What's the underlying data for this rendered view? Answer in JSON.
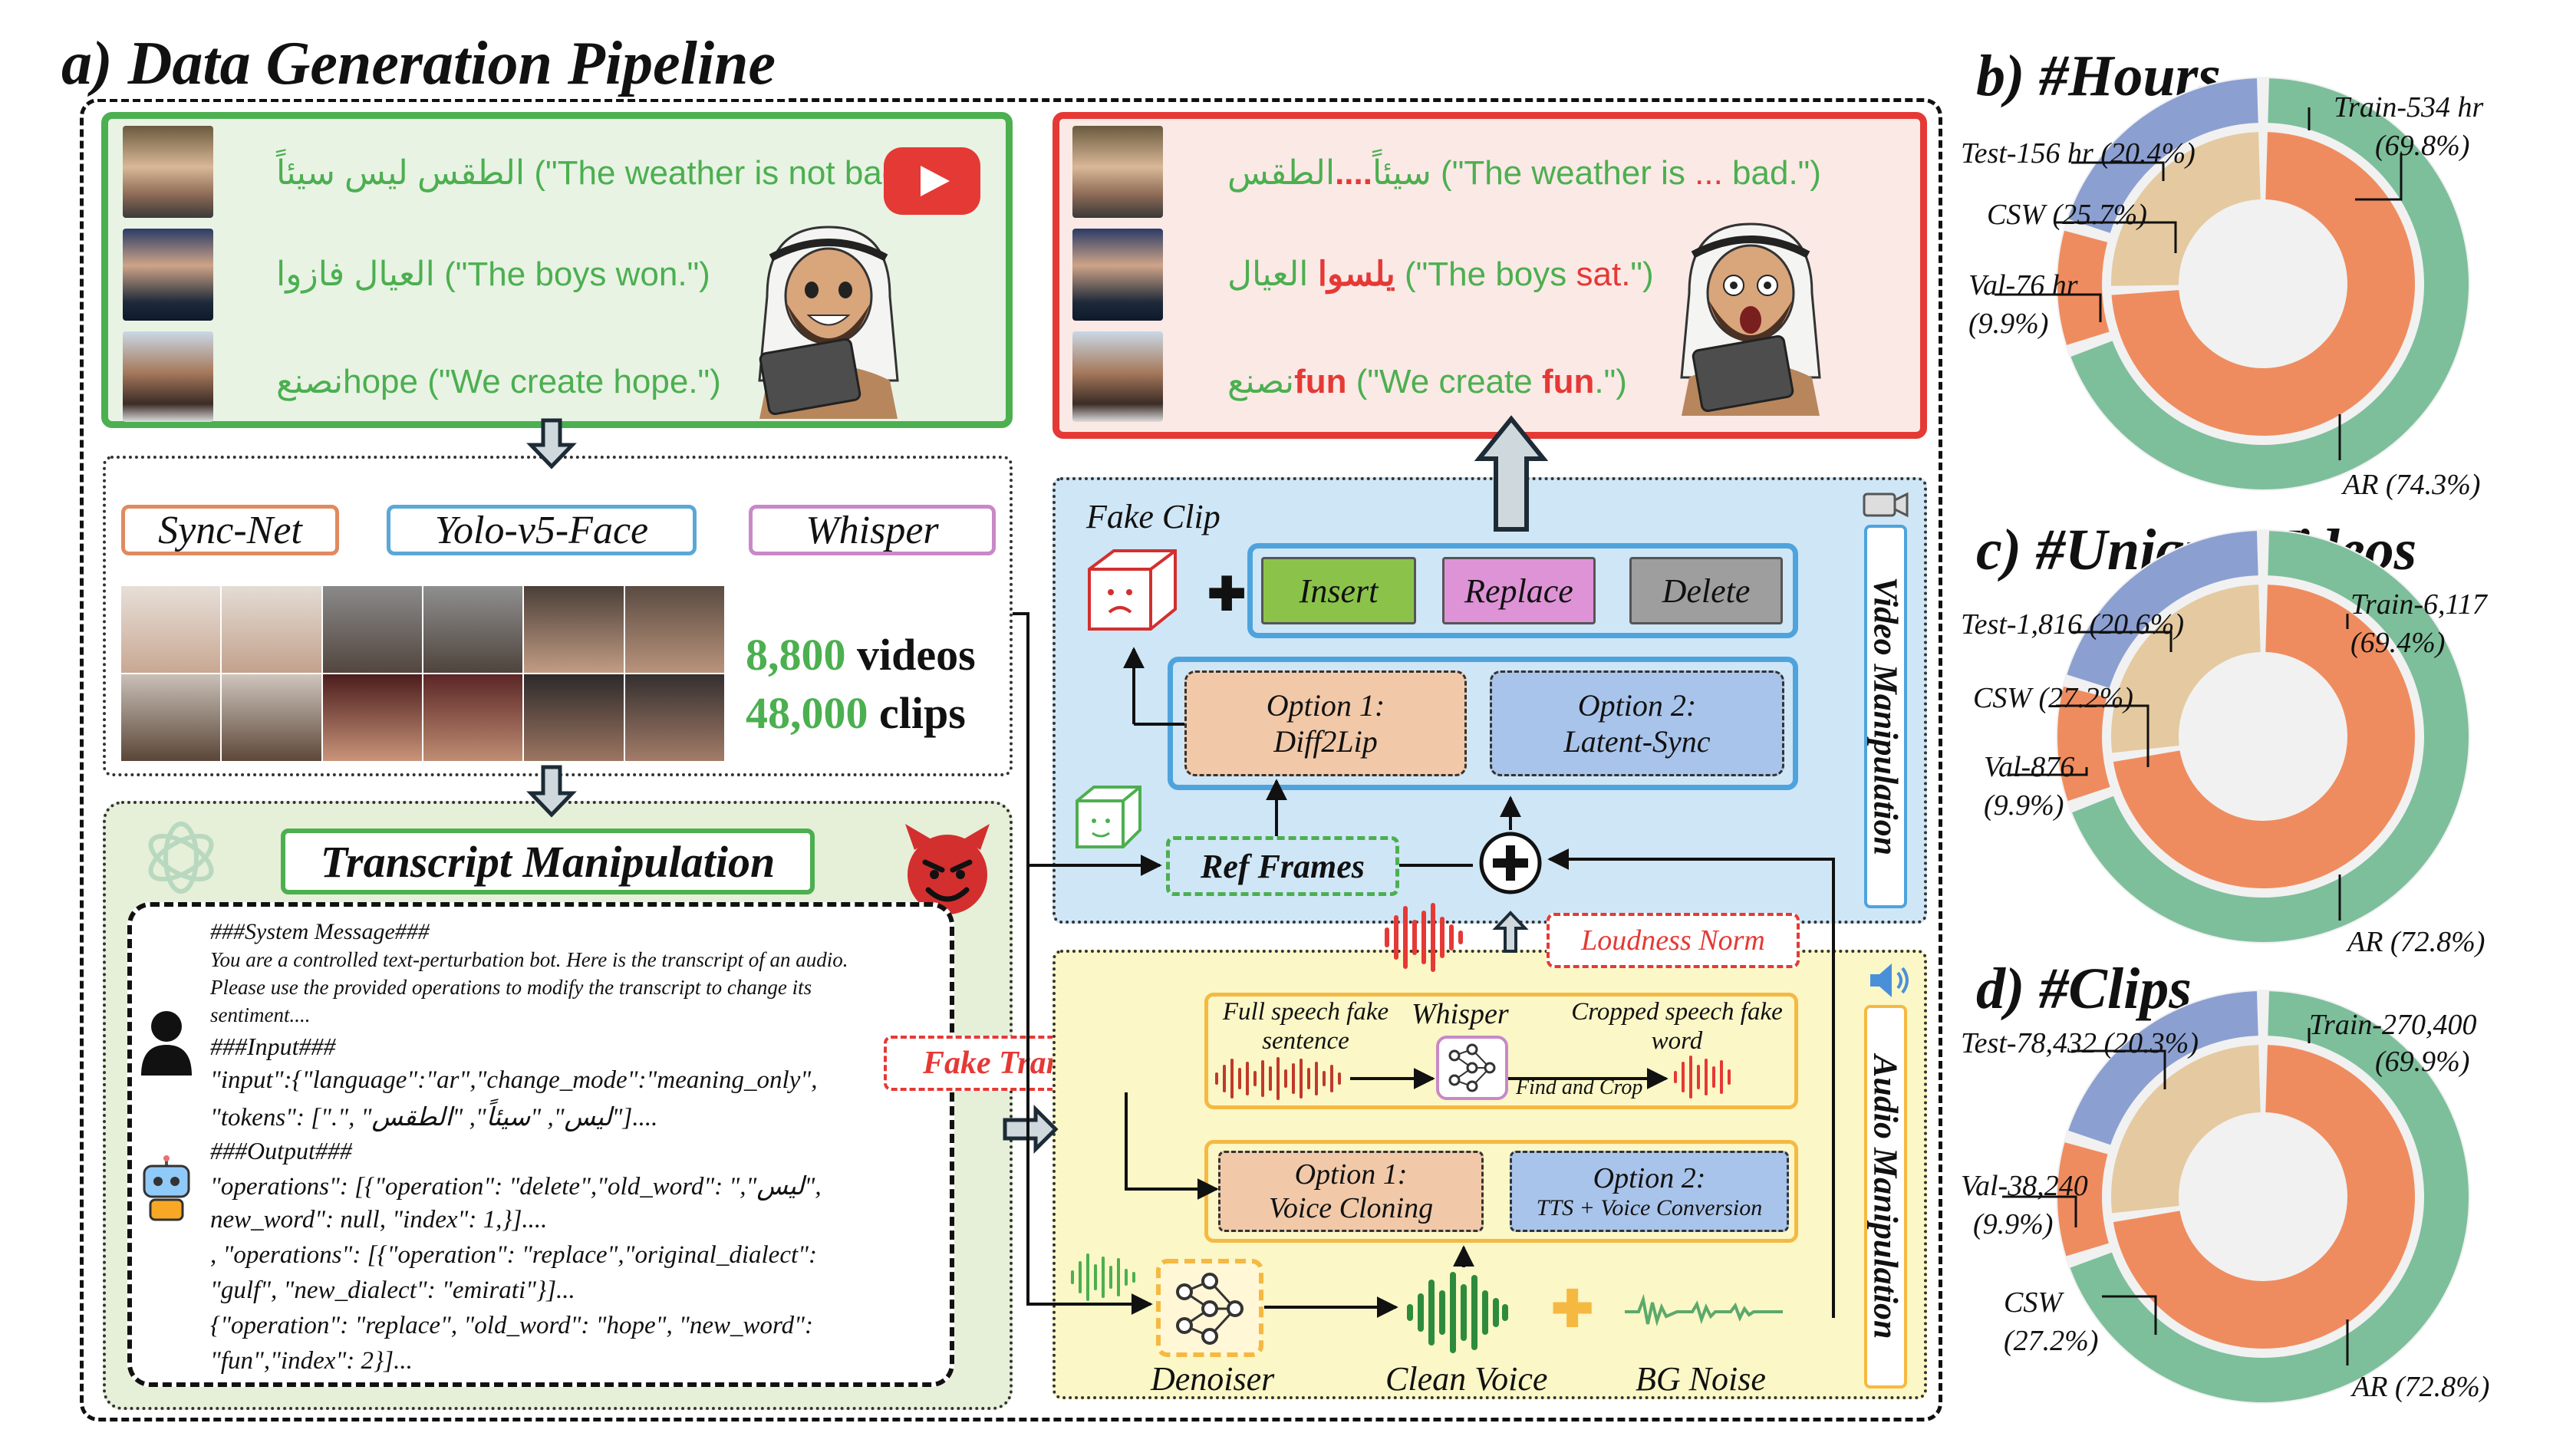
{
  "panel_a": {
    "title": "a) Data Generation Pipeline",
    "real_samples": [
      {
        "arabic": "الطقس ليس سيئاً",
        "english": "(\"The weather is not bad.\")"
      },
      {
        "arabic": "العيال فازوا",
        "english": "(\"The boys won.\")"
      },
      {
        "arabic": "نصنعhope",
        "english": "(\"We create hope.\")"
      }
    ],
    "fake_samples": [
      {
        "arabic_red": "....",
        "arabic": "سيئاً",
        "arabic_b": "الطقس",
        "english_a": "(\"The weather is ",
        "english_red": "...",
        "english_b": " bad.\")"
      },
      {
        "arabic_red": "يلسوا",
        "arabic": "العيال",
        "english_a": "(\"The boys ",
        "english_red": "sat.",
        "english_b": "\")"
      },
      {
        "arabic_red": "fun",
        "arabic": "نصنع",
        "english_a": "(\"We create ",
        "english_red": "fun",
        "english_b": ".\")"
      }
    ],
    "tools": {
      "syncnet": "Sync-Net",
      "yolo": "Yolo-v5-Face",
      "whisper": "Whisper"
    },
    "stats": {
      "videos_num": "8,800",
      "videos_word": " videos",
      "clips_num": "48,000",
      "clips_word": " clips"
    },
    "transcript": {
      "title": "Transcript Manipulation",
      "system_header": "###System Message###",
      "system_text_1": "You are a controlled text-perturbation bot. Here is the transcript of an audio.",
      "system_text_2": "Please use the provided operations to modify the transcript to change its",
      "system_text_3": "sentiment....",
      "input_header": "###Input###",
      "input_1": "\"input\":{\"language\":\"ar\",\"change_mode\":\"meaning_only\",",
      "input_2": "\"tokens\": [\".\", \"ليس\", \"سيئاً\", \"الطقس\"]....",
      "output_header": "###Output###",
      "output_1": "\"operations\": [{\"operation\": \"delete\",\"old_word\": \",\"ليس\",",
      "output_2": "new_word\": null, \"index\": 1,}]....",
      "output_3": ", \"operations\": [{\"operation\": \"replace\",\"original_dialect\":",
      "output_4": "\"gulf\", \"new_dialect\": \"emirati\"}]...",
      "output_5": "{\"operation\": \"replace\", \"old_word\": \"hope\", \"new_word\":",
      "output_6": "\"fun\",\"index\": 2}]...",
      "fake_transcripts": "Fake Transcripts"
    },
    "video": {
      "fake_clip": "Fake Clip",
      "insert": "Insert",
      "replace": "Replace",
      "delete": "Delete",
      "opt1_a": "Option 1:",
      "opt1_b": "Diff2Lip",
      "opt2_a": "Option 2:",
      "opt2_b": "Latent-Sync",
      "ref_frames": "Ref Frames",
      "side_label": "Video Manipulation"
    },
    "audio": {
      "loudness": "Loudness Norm",
      "full_speech_1": "Full speech fake",
      "full_speech_2": "sentence",
      "whisper": "Whisper",
      "cropped_1": "Cropped speech fake",
      "cropped_2": "word",
      "find_crop": "Find and Crop",
      "opt1_a": "Option 1:",
      "opt1_b": "Voice Cloning",
      "opt2_a": "Option 2:",
      "opt2_b": "TTS + Voice Conversion",
      "denoiser": "Denoiser",
      "clean_voice": "Clean Voice",
      "bg_noise": "BG Noise",
      "side_label": "Audio Manipulation"
    }
  },
  "charts": {
    "hours": {
      "title": "b) #Hours",
      "labels": {
        "train": "Train-534 hr",
        "train_pct": "(69.8%)",
        "test": "Test-156 hr (20.4%)",
        "csw": "CSW (25.7%)",
        "val": "Val-76 hr",
        "val_pct": "(9.9%)",
        "ar": "AR (74.3%)"
      }
    },
    "videos": {
      "title": "c) #Unique Videos",
      "labels": {
        "train": "Train-6,117",
        "train_pct": "(69.4%)",
        "test": "Test-1,816 (20.6%)",
        "csw": "CSW (27.2%)",
        "val": "Val-876",
        "val_pct": "(9.9%)",
        "ar": "AR (72.8%)"
      }
    },
    "clips": {
      "title": "d) #Clips",
      "labels": {
        "train": "Train-270,400",
        "train_pct": "(69.9%)",
        "test": "Test-78,432 (20.3%)",
        "csw": "CSW",
        "csw_pct": "(27.2%)",
        "val": "Val-38,240",
        "val_pct": "(9.9%)",
        "ar": "AR (72.8%)"
      }
    }
  },
  "chart_data": [
    {
      "type": "pie",
      "title": "b) #Hours",
      "series": [
        {
          "values": [
            534,
            76,
            156
          ],
          "categories": [
            "Train",
            "Val",
            "Test"
          ],
          "percent": [
            69.8,
            9.9,
            20.4
          ]
        },
        {
          "values": [
            74.3,
            25.7
          ],
          "categories": [
            "AR",
            "CSW"
          ]
        }
      ]
    },
    {
      "type": "pie",
      "title": "c) #Unique Videos",
      "series": [
        {
          "values": [
            6117,
            876,
            1816
          ],
          "categories": [
            "Train",
            "Val",
            "Test"
          ],
          "percent": [
            69.4,
            9.9,
            20.6
          ]
        },
        {
          "values": [
            72.8,
            27.2
          ],
          "categories": [
            "AR",
            "CSW"
          ]
        }
      ]
    },
    {
      "type": "pie",
      "title": "d) #Clips",
      "series": [
        {
          "values": [
            270400,
            38240,
            78432
          ],
          "categories": [
            "Train",
            "Val",
            "Test"
          ],
          "percent": [
            69.9,
            9.9,
            20.3
          ]
        },
        {
          "values": [
            72.8,
            27.2
          ],
          "categories": [
            "AR",
            "CSW"
          ]
        }
      ]
    }
  ],
  "colors": {
    "green": "#4caf50",
    "red": "#e53935",
    "train": "#7dbf9b",
    "test": "#8b9fd1",
    "val_ar": "#ef8c5f",
    "csw": "#e5c9a0",
    "video_bg": "#cfe6f6",
    "audio_bg": "#fbf7c6"
  }
}
